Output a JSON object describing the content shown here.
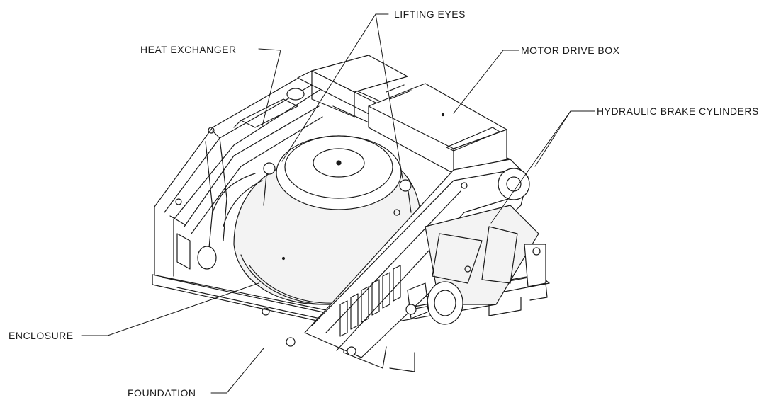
{
  "labels": {
    "lifting_eyes": "LIFTING EYES",
    "heat_exchanger": "HEAT EXCHANGER",
    "motor_drive_box": "MOTOR DRIVE BOX",
    "hydraulic_brake_cylinders": "HYDRAULIC BRAKE CYLINDERS",
    "enclosure": "ENCLOSURE",
    "foundation": "FOUNDATION"
  },
  "colors": {
    "line": "#1a1a1a",
    "paper": "#ffffff",
    "shade": "#e6e6e6"
  }
}
